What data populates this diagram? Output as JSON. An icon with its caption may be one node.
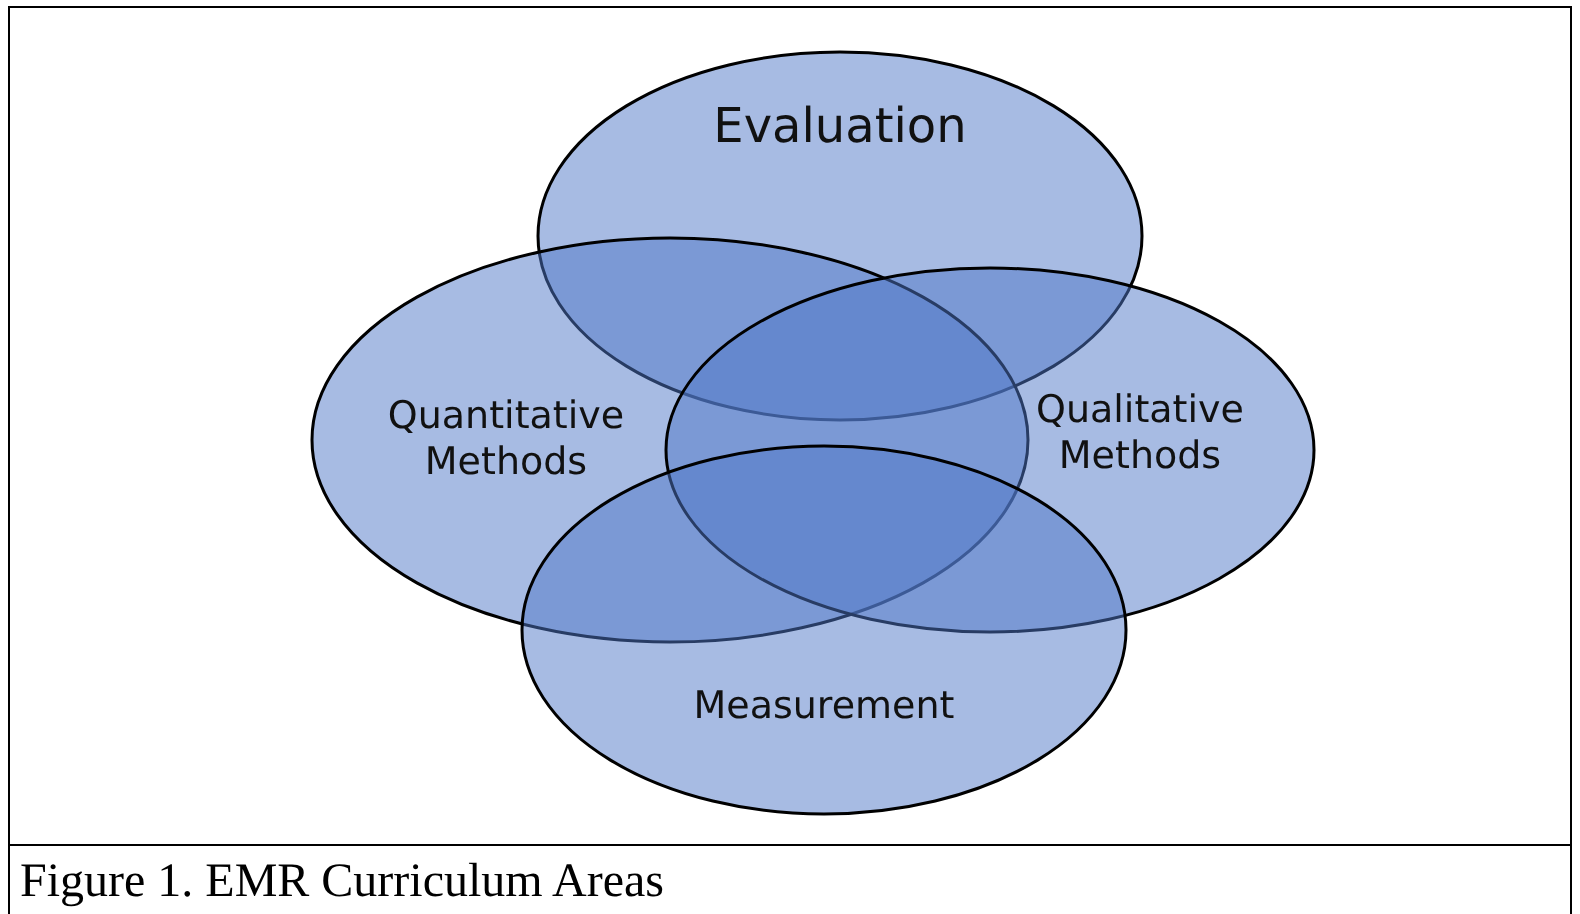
{
  "diagram": {
    "caption": "Figure 1. EMR Curriculum Areas",
    "nodes": [
      {
        "text": [
          "Evaluation"
        ]
      },
      {
        "text": [
          "Quantitative Methods"
        ]
      },
      {
        "text": [
          "Qualitative Methods"
        ]
      },
      {
        "text": [
          "Measurement"
        ]
      }
    ],
    "edges": []
  }
}
